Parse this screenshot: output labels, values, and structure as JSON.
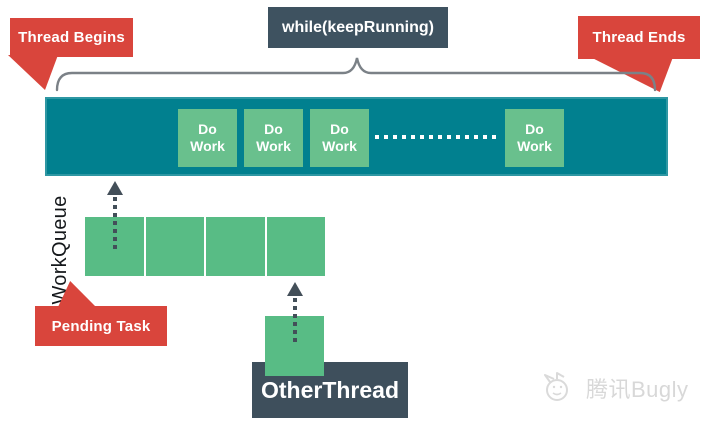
{
  "colors": {
    "red": "#d9453c",
    "teal": "#01808f",
    "green": "#58bc85",
    "green_light": "#69c08d",
    "slate": "#3e5260",
    "arrow_gray": "#434f59",
    "brace_gray": "#7b8187",
    "watermark_gray": "#d8d8d8"
  },
  "banners": {
    "thread_begins": "Thread Begins",
    "thread_ends": "Thread Ends",
    "pending_task": "Pending Task"
  },
  "loop": {
    "condition": "while(keepRunning)",
    "do_work_boxes": [
      "Do\nWork",
      "Do\nWork",
      "Do\nWork",
      "Do\nWork"
    ]
  },
  "queue": {
    "label": "WorkQueue",
    "cell_count": 4
  },
  "other_thread": {
    "label": "OtherThread"
  },
  "watermark": {
    "text": "腾讯Bugly"
  }
}
